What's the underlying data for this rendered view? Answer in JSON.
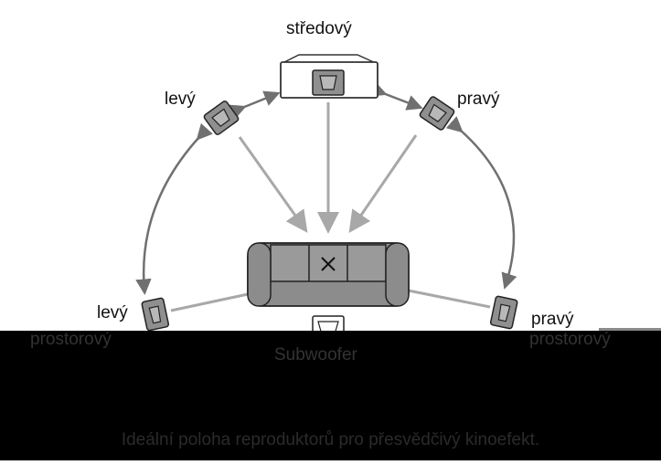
{
  "labels": {
    "center": "středový",
    "front_left": "levý",
    "front_right": "pravý",
    "rear_left_line1": "levý",
    "rear_left_line2": "prostorový",
    "rear_right_line1": "pravý",
    "rear_right_line2": "prostorový",
    "subwoofer": "Subwoofer"
  },
  "caption": "Ideální poloha reproduktorů pro přesvědčivý kinoefekt.",
  "colors": {
    "arrow_gray": "#a8a8a8",
    "arrow_dark": "#707070",
    "sofa_fill": "#8c8c8c",
    "speaker_fill": "#8f8f8f",
    "background_band": "#000000",
    "faint_text": "#333333"
  },
  "icons": [
    "speaker-icon",
    "sofa-icon",
    "listener-x-icon",
    "subwoofer-icon"
  ]
}
